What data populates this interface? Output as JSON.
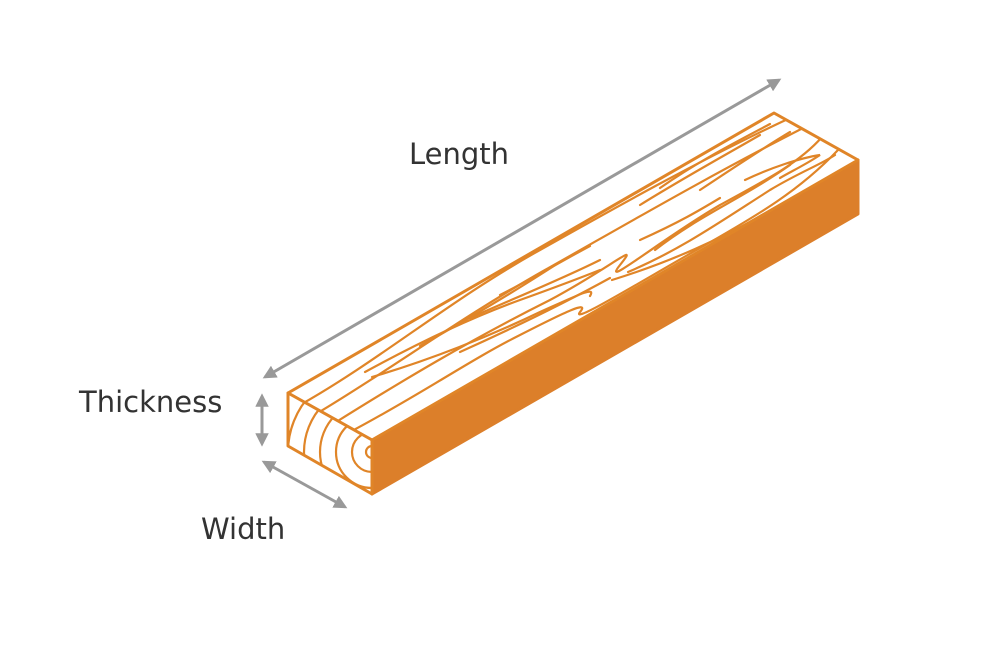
{
  "labels": {
    "length": "Length",
    "thickness": "Thickness",
    "width": "Width"
  },
  "colors": {
    "wood_line": "#E08528",
    "wood_side": "#DC7F2A",
    "arrow": "#999999",
    "text": "#333333",
    "background": "#FFFFFF"
  }
}
